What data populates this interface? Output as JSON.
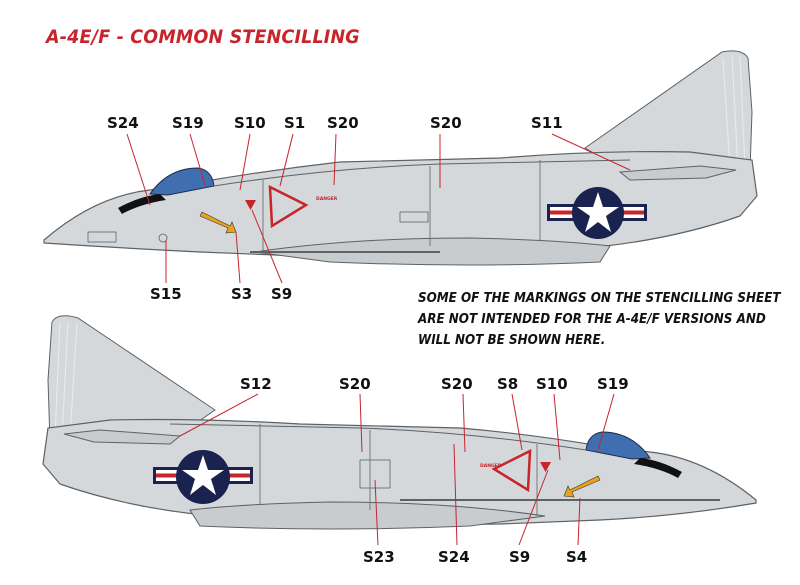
{
  "title": "A-4E/F - COMMON STENCILLING",
  "note": [
    "SOME OF THE MARKINGS ON THE STENCILLING SHEET",
    "ARE NOT INTENDED FOR THE A-4E/F VERSIONS AND",
    "WILL NOT BE SHOWN HERE."
  ],
  "stencil_text": {
    "danger": "DANGER"
  },
  "top_view": {
    "callouts": [
      "S24",
      "S19",
      "S10",
      "S1",
      "S20",
      "S20",
      "S11",
      "S15",
      "S3",
      "S9"
    ]
  },
  "bottom_view": {
    "callouts": [
      "S12",
      "S20",
      "S20",
      "S8",
      "S10",
      "S19",
      "S23",
      "S24",
      "S9",
      "S4"
    ]
  },
  "colors": {
    "title": "#c8242b",
    "aircraft_gray": "#d5d8da",
    "panel_line": "#5d6266",
    "canopy": "#3f6fb0",
    "roundel_blue": "#1a2250",
    "roundel_red": "#c8242b",
    "leader_line": "#c8242b"
  }
}
